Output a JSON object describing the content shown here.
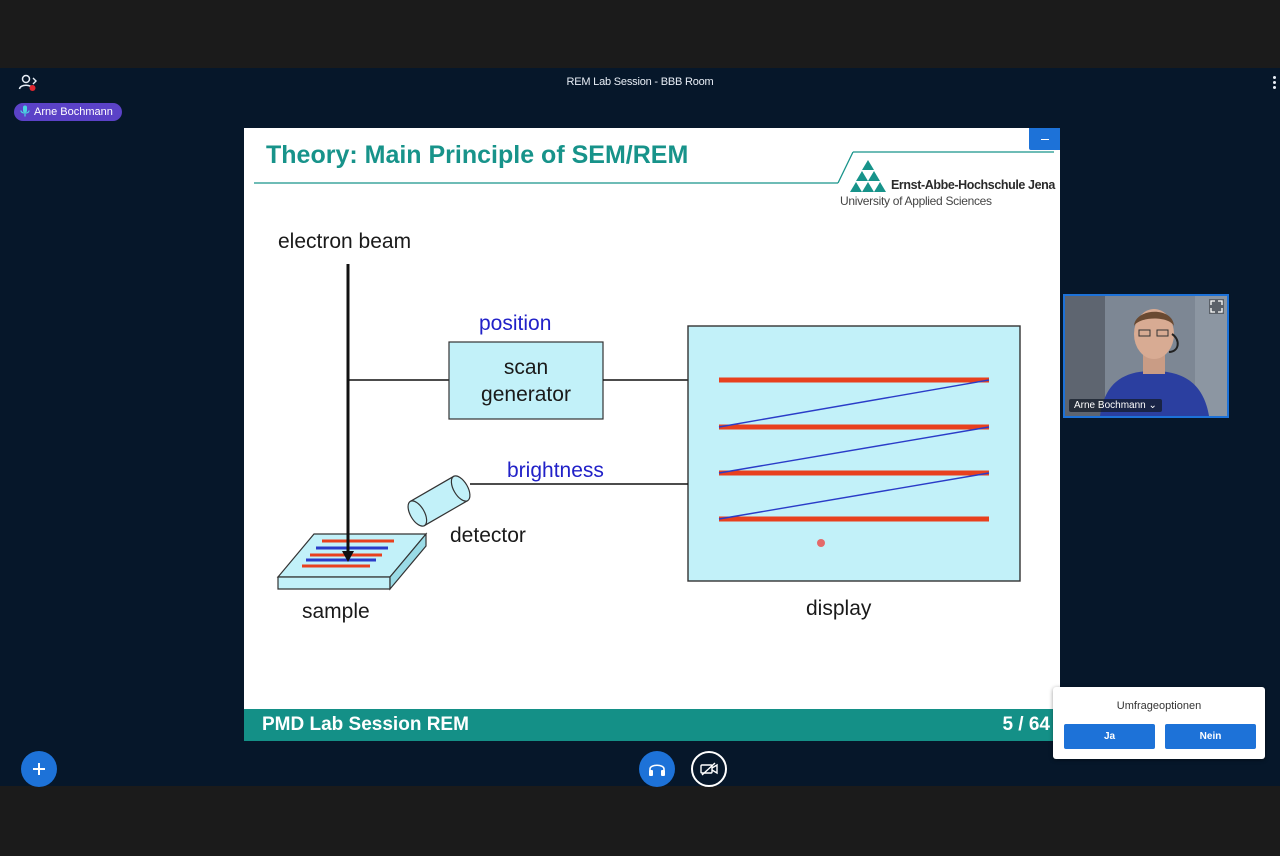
{
  "window": {
    "title": "REM Lab Session - BBB Room"
  },
  "talker": {
    "name": "Arne Bochmann"
  },
  "slide": {
    "title": "Theory: Main Principle of SEM/REM",
    "logo_name": "Ernst-Abbe-Hochschule Jena",
    "logo_sub": "University of Applied Sciences",
    "labels": {
      "electron_beam": "electron beam",
      "position": "position",
      "scan_line1": "scan",
      "scan_line2": "generator",
      "brightness": "brightness",
      "detector": "detector",
      "sample": "sample",
      "display": "display"
    },
    "footer_left": "PMD Lab Session REM",
    "page": "5 / 64"
  },
  "webcam": {
    "name": "Arne Bochmann",
    "chevron": "⌄"
  },
  "poll": {
    "title": "Umfrageoptionen",
    "options": [
      "Ja",
      "Nein"
    ]
  },
  "colors": {
    "accent": "#1d72d8",
    "slide_teal": "#149087",
    "app_bg": "#06172a",
    "talker_bg": "#5b42c7",
    "diagram_fill": "#c2f1f9",
    "scan_red": "#e8401e",
    "scan_blue": "#2a3cc8"
  },
  "icons": {
    "users": "users-icon",
    "mic": "microphone-icon",
    "more": "more-vertical-icon",
    "plus": "plus-icon",
    "headphones": "headphones-icon",
    "camera_off": "camera-off-icon",
    "expand": "expand-icon"
  }
}
